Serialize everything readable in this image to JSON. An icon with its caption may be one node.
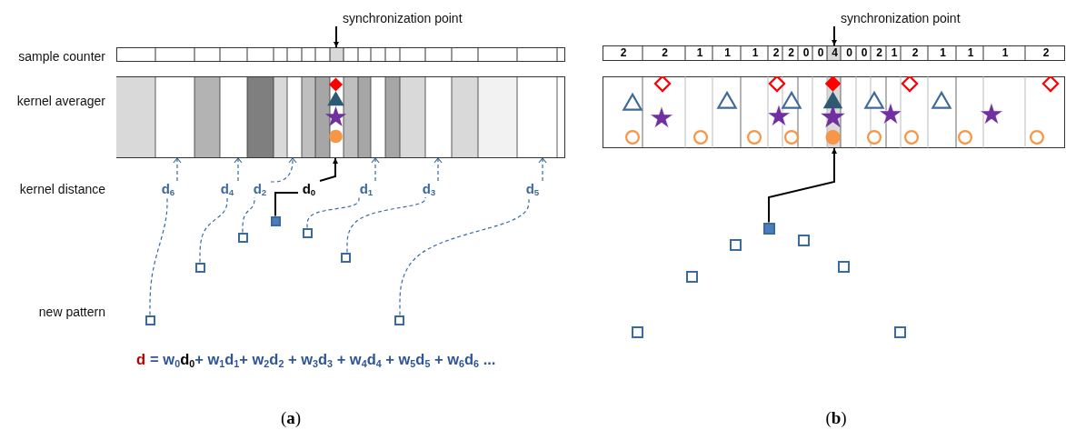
{
  "diagram": {
    "nodes": [
      {
        "text": [
          "synchronization point"
        ]
      },
      {
        "text": [],
        "shape": "box"
      },
      {
        "text": [],
        "shape": "box"
      },
      {
        "text": [
          "d$_{6}$"
        ]
      },
      {
        "text": [
          "d$_{4}$"
        ]
      },
      {
        "text": [
          "d$_{2}$"
        ]
      },
      {
        "text": [
          "d$_{0}$"
        ]
      },
      {
        "text": [
          "d$_{1}$"
        ]
      },
      {
        "text": [
          "d$_{3}$"
        ]
      },
      {
        "text": [
          "d$_{5}$"
        ]
      },
      {
        "text": [],
        "shape": "box"
      },
      {
        "text": [],
        "shape": "box"
      },
      {
        "text": [],
        "shape": "box"
      },
      {
        "text": [],
        "shape": "box"
      },
      {
        "text": [],
        "shape": "box"
      },
      {
        "text": [],
        "shape": "box"
      },
      {
        "text": [],
        "shape": "box"
      },
      {
        "text": [
          "synchronization point"
        ]
      },
      {
        "text": [
          "2",
          "2",
          "1",
          "1",
          "1",
          "2",
          "2",
          "0",
          "0",
          "4",
          "0",
          "0",
          "2",
          "1",
          "2",
          "1",
          "1",
          "1",
          "2"
        ]
      },
      {
        "text": [],
        "shape": "box"
      },
      {
        "text": [],
        "shape": "box"
      },
      {
        "text": [],
        "shape": "box"
      },
      {
        "text": [],
        "shape": "box"
      },
      {
        "text": [],
        "shape": "box"
      },
      {
        "text": [],
        "shape": "box"
      },
      {
        "text": [],
        "shape": "box"
      },
      {
        "text": [],
        "shape": "box"
      }
    ],
    "edges": [
      {
        "from": 0,
        "to": 1,
        "arrow": "to",
        "color": "#000000"
      },
      {
        "from": 10,
        "to": 3,
        "arrow": "none",
        "style": "dashed"
      },
      {
        "from": 3,
        "to": 2,
        "arrow": "to",
        "style": "dashed"
      },
      {
        "from": 11,
        "to": 4,
        "arrow": "none",
        "style": "dashed"
      },
      {
        "from": 4,
        "to": 2,
        "arrow": "to",
        "style": "dashed"
      },
      {
        "from": 12,
        "to": 5,
        "arrow": "none",
        "style": "dashed"
      },
      {
        "from": 5,
        "to": 2,
        "arrow": "to",
        "style": "dashed"
      },
      {
        "from": 13,
        "to": 6,
        "arrow": "none",
        "color": "#000000"
      },
      {
        "from": 6,
        "to": 2,
        "arrow": "to",
        "color": "#000000"
      },
      {
        "from": 14,
        "to": 7,
        "arrow": "none",
        "style": "dashed"
      },
      {
        "from": 7,
        "to": 2,
        "arrow": "to",
        "style": "dashed"
      },
      {
        "from": 15,
        "to": 8,
        "arrow": "none",
        "style": "dashed"
      },
      {
        "from": 8,
        "to": 2,
        "arrow": "to",
        "style": "dashed"
      },
      {
        "from": 16,
        "to": 9,
        "arrow": "none",
        "style": "dashed"
      },
      {
        "from": 9,
        "to": 2,
        "arrow": "to",
        "style": "dashed"
      },
      {
        "from": 17,
        "to": 18,
        "arrow": "to",
        "color": "#000000"
      },
      {
        "from": 23,
        "to": 19,
        "arrow": "to",
        "color": "#000000"
      }
    ],
    "labels": [
      "sample counter",
      "kernel averager",
      "kernel distance",
      "new pattern",
      "d",
      "= w$_{0}$",
      "d$_{0}$",
      "+ w$_{1}$d$_{1}$+ w$_{2}$d$_{2}$ + w$_{3}$d$_{3}$ + w$_{4}$d$_{4}$ + w$_{5}$d$_{5}$ + w$_{6}$d$_{6}$ ...",
      "(**a**)",
      "(**b**)"
    ]
  }
}
